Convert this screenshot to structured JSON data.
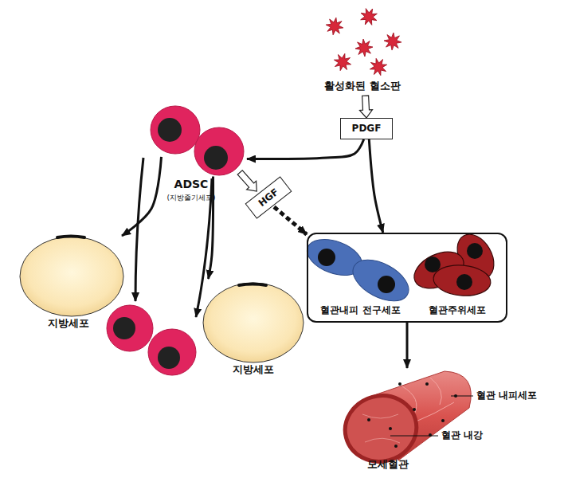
{
  "diagram": {
    "nodes": [
      {
        "text": [
          "활성화된 혈소판"
        ]
      },
      {
        "text": [
          "PDGF"
        ]
      },
      {
        "text": [
          "ADSC",
          "(지방줄기세포)"
        ]
      },
      {
        "text": [
          "HGF"
        ]
      },
      {
        "text": []
      },
      {
        "text": [
          "혈관내피 전구세포"
        ],
        "in": 4
      },
      {
        "text": [
          "혈관주위세포"
        ],
        "in": 4
      },
      {
        "text": [
          "지방세포"
        ]
      },
      {
        "text": [
          "지방세포"
        ]
      },
      {
        "text": [
          "모세혈관"
        ]
      }
    ],
    "edges": [
      {
        "from": 0,
        "to": 1,
        "arrow": "to"
      },
      {
        "from": 1,
        "to": 2,
        "arrow": "to"
      },
      {
        "from": 1,
        "to": 4,
        "arrow": "to"
      },
      {
        "from": 2,
        "to": 3,
        "arrow": "to"
      },
      {
        "from": 3,
        "to": 4,
        "arrow": "to"
      },
      {
        "from": 2,
        "to": 7,
        "arrow": "to"
      },
      {
        "from": 2,
        "to": 8,
        "arrow": "to"
      },
      {
        "from": 4,
        "to": 9,
        "arrow": "to"
      }
    ],
    "labels": [
      "혈관 내피세포",
      "혈관 내강"
    ]
  }
}
